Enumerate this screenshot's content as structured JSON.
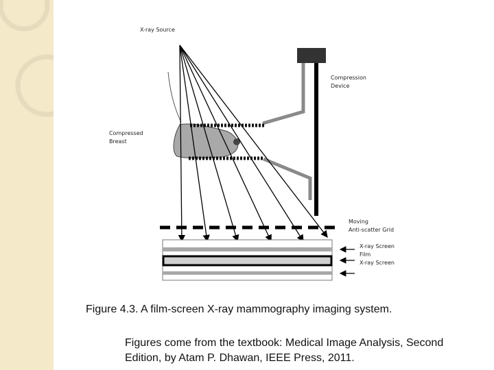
{
  "theme": {
    "sidebar_color": "#f4e9c8",
    "ring_color": "#e6dbbd"
  },
  "labels": {
    "xray_source": "X-ray Source",
    "compression_device": [
      "Compression",
      "Device"
    ],
    "compressed_breast": [
      "Compressed",
      "Breast"
    ],
    "grid": [
      "Moving",
      "Anti-scatter Grid"
    ],
    "screen_top": "X-ray Screen",
    "film": "Film",
    "screen_bottom": "X-ray Screen"
  },
  "caption": "Figure 4.3. A film-screen X-ray mammography imaging system.",
  "source_lines": [
    "Figures come from the textbook: Medical Image Analysis, Second",
    "Edition, by Atam P. Dhawan, IEEE Press, 2011."
  ]
}
